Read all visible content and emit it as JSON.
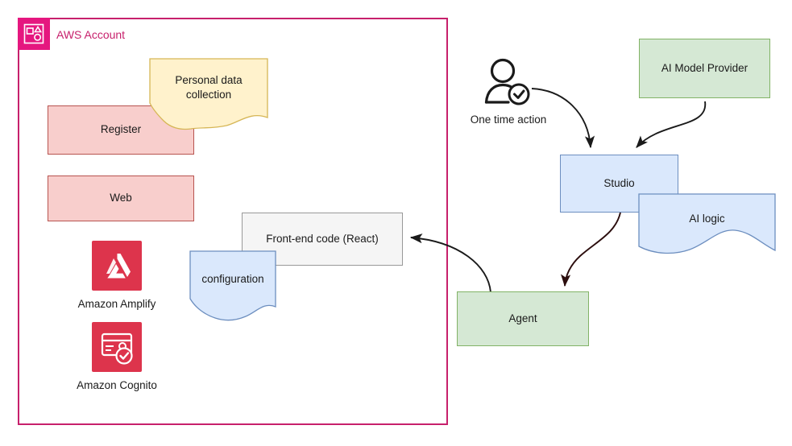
{
  "diagram": {
    "title": "AWS Account architecture diagram",
    "colors": {
      "frame_border": "#c7206c",
      "frame_badge": "#e5177f",
      "pink_fill": "#f8cecc",
      "pink_stroke": "#b85450",
      "yellow_fill": "#fff2cc",
      "yellow_stroke": "#d6b656",
      "blue_fill": "#dae8fc",
      "blue_stroke": "#6c8ebf",
      "green_fill": "#d5e8d4",
      "green_stroke": "#82b366",
      "grey_fill": "#f5f5f5",
      "grey_stroke": "#999999",
      "aws_icon_red": "#dd344c",
      "arrow": "#1a1a1a"
    },
    "container": {
      "label": "AWS Account",
      "icon": "aws-account-icon"
    },
    "nodes": [
      {
        "id": "register",
        "label": "Register",
        "shape": "rect",
        "fill": "pink"
      },
      {
        "id": "web",
        "label": "Web",
        "shape": "rect",
        "fill": "pink"
      },
      {
        "id": "personal_data",
        "label": "Personal data collection",
        "shape": "document",
        "fill": "yellow"
      },
      {
        "id": "frontend_code",
        "label": "Front-end code (React)",
        "shape": "rect",
        "fill": "grey"
      },
      {
        "id": "configuration",
        "label": "configuration",
        "shape": "document",
        "fill": "blue"
      },
      {
        "id": "studio",
        "label": "Studio",
        "shape": "rect",
        "fill": "blue"
      },
      {
        "id": "ai_logic",
        "label": "AI logic",
        "shape": "document",
        "fill": "blue"
      },
      {
        "id": "ai_model_provider",
        "label": "AI Model Provider",
        "shape": "rect",
        "fill": "green"
      },
      {
        "id": "agent",
        "label": "Agent",
        "shape": "rect",
        "fill": "green"
      }
    ],
    "service_icons": [
      {
        "id": "amplify",
        "label": "Amazon Amplify",
        "icon": "amazon-amplify-icon"
      },
      {
        "id": "cognito",
        "label": "Amazon Cognito",
        "icon": "amazon-cognito-icon"
      }
    ],
    "actor": {
      "label": "One time action",
      "icon": "user-verified-icon"
    },
    "edges": [
      {
        "from": "One time action",
        "to": "Studio"
      },
      {
        "from": "AI Model Provider",
        "to": "Studio"
      },
      {
        "from": "Studio",
        "to": "Agent"
      },
      {
        "from": "Agent",
        "to": "Front-end code (React)"
      }
    ]
  }
}
